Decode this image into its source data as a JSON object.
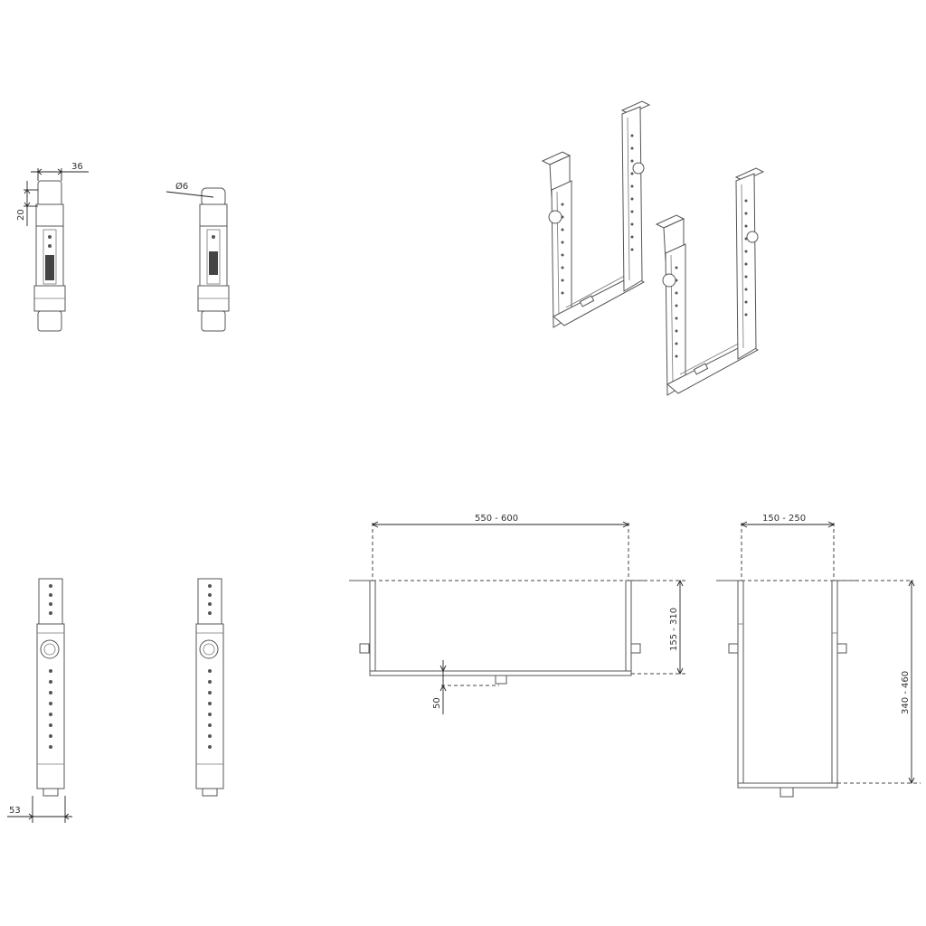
{
  "dimensions": {
    "top_width": "36",
    "top_height": "20",
    "hole_diameter": "Ø6",
    "base_width": "53",
    "span_width": "550 - 600",
    "front_height": "155 - 310",
    "foot_height": "50",
    "side_width": "150 - 250",
    "side_height": "340 - 460"
  },
  "colors": {
    "line": "#555555",
    "dimension": "#222222",
    "background": "#ffffff"
  }
}
